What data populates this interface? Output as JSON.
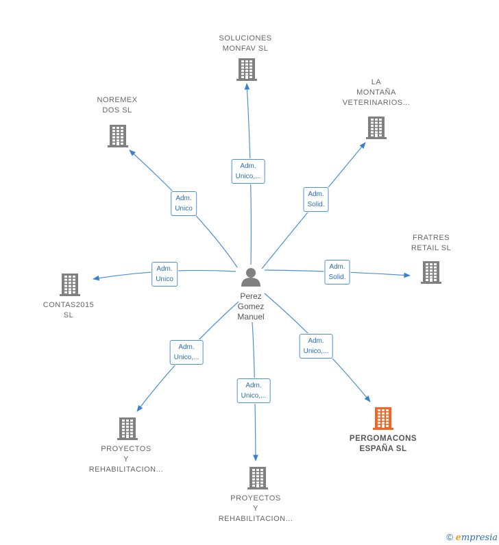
{
  "center": {
    "name": "Perez\nGomez\nManuel"
  },
  "companies": [
    {
      "id": "c1",
      "name": "SOLUCIONES\nMONFAV  SL",
      "role": "Adm.\nUnico,...",
      "highlight": false
    },
    {
      "id": "c2",
      "name": "LA\nMONTAÑA\nVETERINARIOS...",
      "role": "Adm.\nSolid.",
      "highlight": false
    },
    {
      "id": "c3",
      "name": "FRATRES\nRETAIL  SL",
      "role": "Adm.\nSolid.",
      "highlight": false
    },
    {
      "id": "c4",
      "name": "PERGOMACONS\nESPAÑA  SL",
      "role": "Adm.\nUnico,...",
      "highlight": true
    },
    {
      "id": "c5",
      "name": "PROYECTOS\nY\nREHABILITACION...",
      "role": "Adm.\nUnico,...",
      "highlight": false
    },
    {
      "id": "c6",
      "name": "PROYECTOS\nY\nREHABILITACION...",
      "role": "Adm.\nUnico,...",
      "highlight": false
    },
    {
      "id": "c7",
      "name": "CONTAS2015\nSL",
      "role": "Adm.\nUnico",
      "highlight": false
    },
    {
      "id": "c8",
      "name": "NOREMEX\nDOS SL",
      "role": "Adm.\nUnico",
      "highlight": false
    }
  ],
  "colors": {
    "edge": "#4a90d9",
    "building": "#808080",
    "highlight": "#f26522",
    "person": "#808080"
  },
  "footer": {
    "copyright": "©",
    "brand_initial": "e",
    "brand_rest": "mpresia"
  }
}
